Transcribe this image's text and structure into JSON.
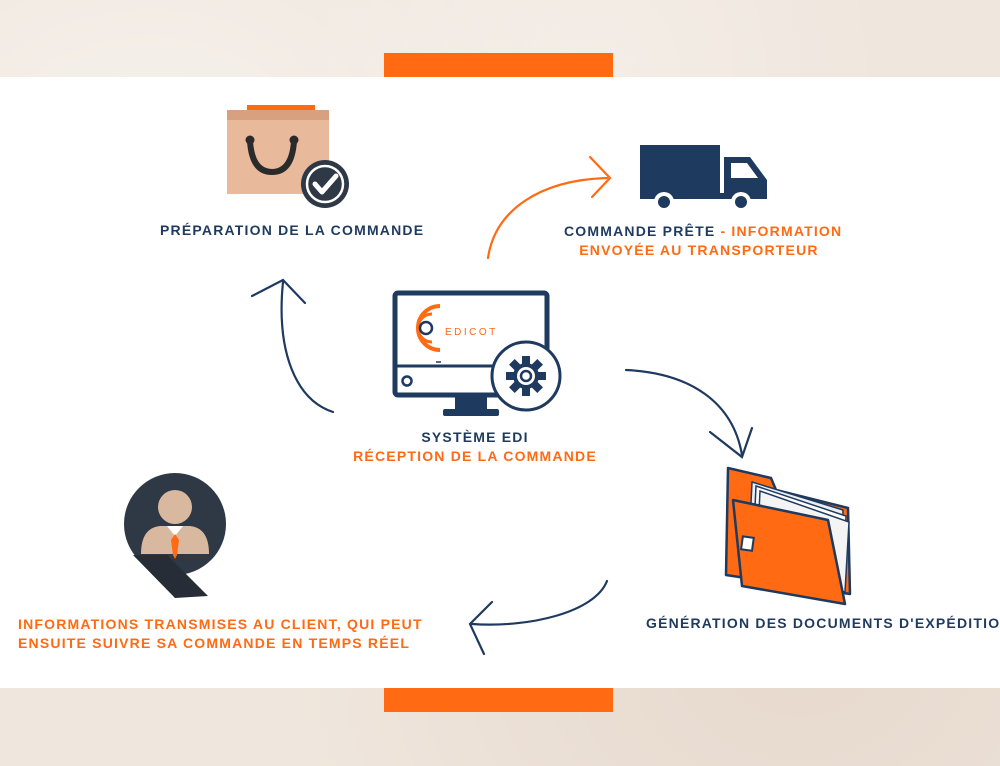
{
  "colors": {
    "navy": "#1f3a5f",
    "orange": "#ff6a13",
    "box": "#e8b99a",
    "tan": "#d9b8a0"
  },
  "nodes": {
    "preparation": {
      "label": "PRÉPARATION DE LA COMMANDE",
      "icon": "shopping-bag-check-icon"
    },
    "commande_prete": {
      "label_navy": "COMMANDE PRÊTE",
      "label_orange_1": " - INFORMATION",
      "label_orange_2": "ENVOYÉE AU TRANSPORTEUR",
      "icon": "delivery-truck-icon"
    },
    "systeme": {
      "label_navy": "SYSTÈME EDI",
      "label_orange": "RÉCEPTION DE LA COMMANDE",
      "logo_text": "EDICOT",
      "icon": "monitor-gear-icon"
    },
    "documents": {
      "label": "GÉNÉRATION DES DOCUMENTS D'EXPÉDITION",
      "icon": "folder-documents-icon"
    },
    "client": {
      "label_1": "INFORMATIONS TRANSMISES AU CLIENT, QUI PEUT",
      "label_2": "ENSUITE SUIVRE SA COMMANDE EN TEMPS RÉEL",
      "icon": "client-avatar-icon"
    }
  }
}
